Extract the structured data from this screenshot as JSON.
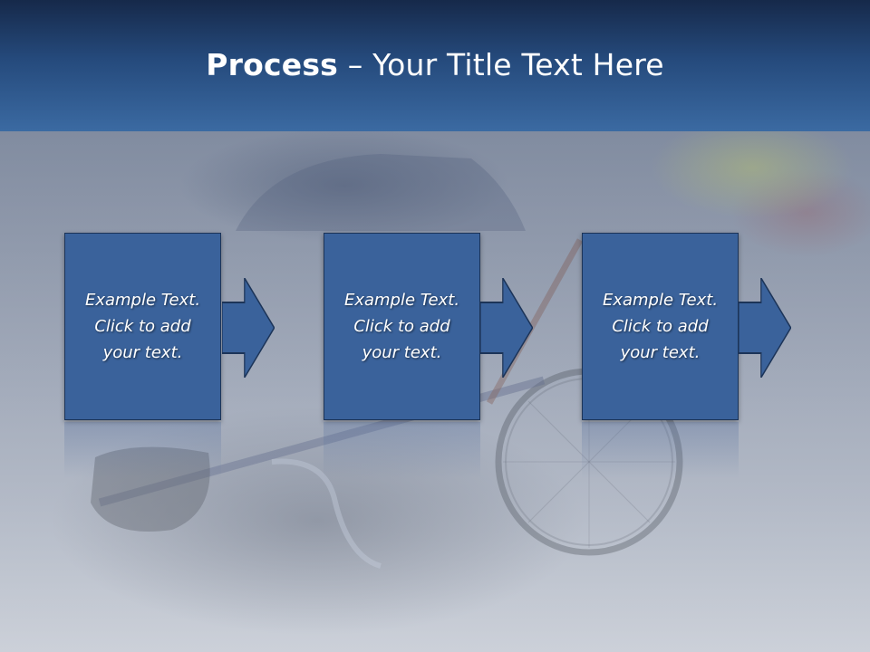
{
  "title": {
    "bold": "Process",
    "rest": " – Your Title Text Here"
  },
  "steps": [
    {
      "text": "Example Text.\nClick  to add\nyour text."
    },
    {
      "text": "Example Text.\nClick  to add\nyour text."
    },
    {
      "text": "Example Text.\nClick  to add\nyour text."
    }
  ],
  "colors": {
    "title_bar": "#254a7c",
    "box_fill": "#3a629b",
    "box_border": "#1c3458"
  },
  "icons": [
    "right-arrow-icon"
  ]
}
